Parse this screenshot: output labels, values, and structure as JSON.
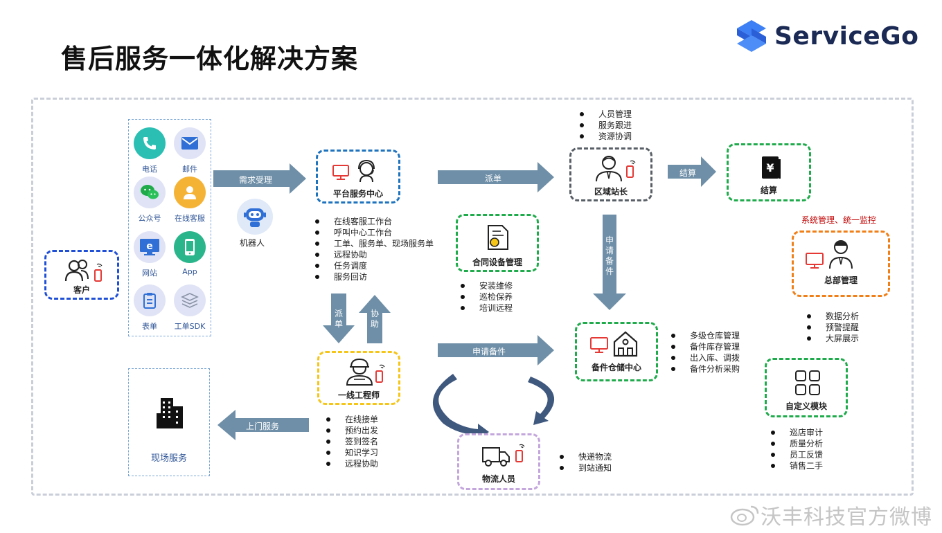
{
  "title": "售后服务一体化解决方案",
  "logo": {
    "text": "ServiceGo"
  },
  "customer": {
    "label": "客户"
  },
  "channels": [
    {
      "label": "电话",
      "icon": "phone-icon",
      "color": "#2bbfb3"
    },
    {
      "label": "邮件",
      "icon": "mail-icon",
      "color": "#dfe3f5"
    },
    {
      "label": "公众号",
      "icon": "wechat-icon",
      "color": "#dfe3f5"
    },
    {
      "label": "在线客服",
      "icon": "online-service-icon",
      "color": "#f5b335"
    },
    {
      "label": "网站",
      "icon": "ie-browser-icon",
      "color": "#dfe3f5"
    },
    {
      "label": "App",
      "icon": "mobile-app-icon",
      "color": "#2bb58a"
    },
    {
      "label": "表单",
      "icon": "form-icon",
      "color": "#dfe3f5"
    },
    {
      "label": "工单SDK",
      "icon": "sdk-icon",
      "color": "#dfe3f5"
    }
  ],
  "robot": {
    "label": "机器人"
  },
  "arrows": {
    "demand": "需求受理",
    "dispatch": "派单",
    "settle": "结算",
    "apply_parts_v": "申请备件",
    "dispatch_v": "派单",
    "assist_v": "协助",
    "apply_parts_h": "申请备件",
    "onsite": "上门服务"
  },
  "platform_center": {
    "label": "平台服务中心",
    "items": [
      "在线客服工作台",
      "呼叫中心工作台",
      "工单、服务单、现场服务单",
      "远程协助",
      "任务调度",
      "服务回访"
    ]
  },
  "contract": {
    "label": "合同设备管理",
    "items": [
      "安装维修",
      "巡检保养",
      "培训远程"
    ]
  },
  "regional": {
    "label": "区域站长",
    "items": [
      "人员管理",
      "服务跟进",
      "资源协调"
    ]
  },
  "settlement": {
    "label": "结算"
  },
  "hq": {
    "label": "总部管理",
    "note": "系统管理、统一监控",
    "items": [
      "数据分析",
      "预警提醒",
      "大屏展示"
    ]
  },
  "warehouse": {
    "label": "备件仓储中心",
    "items": [
      "多级仓库管理",
      "备件库存管理",
      "出入库、调拨",
      "备件分析采购"
    ]
  },
  "engineer": {
    "label": "一线工程师",
    "items": [
      "在线接单",
      "预约出发",
      "签到签名",
      "知识学习",
      "远程协助"
    ]
  },
  "onsite_service": {
    "label": "现场服务"
  },
  "logistics": {
    "label": "物流人员",
    "items": [
      "快递物流",
      "到站通知"
    ]
  },
  "custom": {
    "label": "自定义模块",
    "items": [
      "巡店审计",
      "质量分析",
      "员工反馈",
      "销售二手"
    ]
  },
  "watermark": "沃丰科技官方微博",
  "colors": {
    "blue": "#1f4fd6",
    "darkblue": "#1e73be",
    "green": "#1fab4b",
    "gray": "#595f66",
    "orange": "#f07f18",
    "yellow": "#f5c518",
    "purple": "#c3a6dc",
    "arrow": "#6e8fa7",
    "red": "#e53935"
  }
}
